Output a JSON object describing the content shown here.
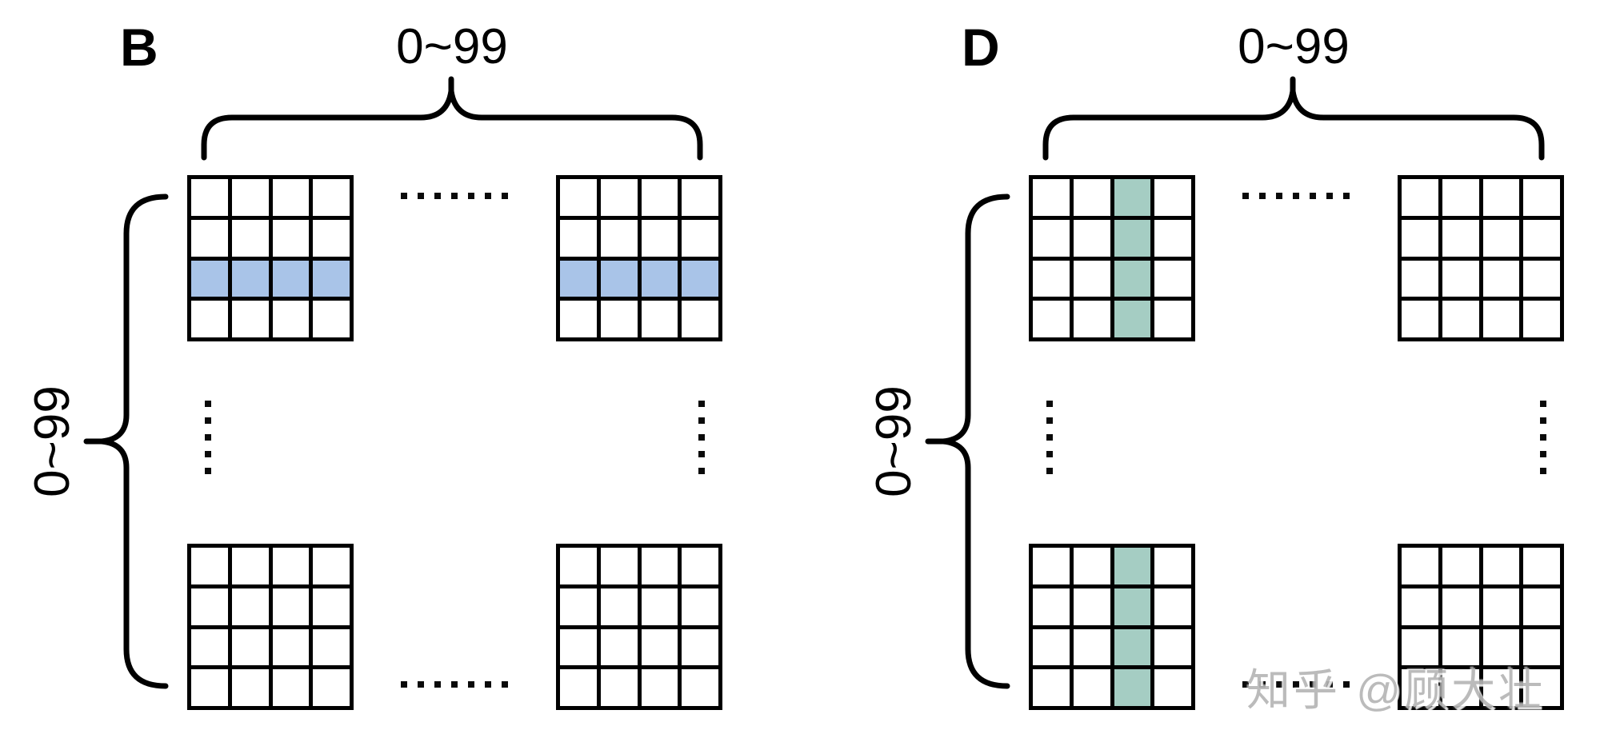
{
  "figure": {
    "background": "#ffffff",
    "colors": {
      "line": "#000000",
      "row_highlight": "#a9c4e8",
      "col_highlight": "#a5cdc3",
      "watermark": "#b6b6b6"
    },
    "dots": {
      "horizontal_count": 7,
      "vertical_count": 5
    },
    "panels": [
      {
        "label": "B",
        "top_range_label": "0~99",
        "side_range_label": "0~99",
        "highlight_color": "#a9c4e8",
        "grids": [
          {
            "pos": "top-left",
            "rows": 4,
            "cols": 4,
            "highlight": "row",
            "highlight_index": 3
          },
          {
            "pos": "top-right",
            "rows": 4,
            "cols": 4,
            "highlight": "row",
            "highlight_index": 3
          },
          {
            "pos": "bottom-left",
            "rows": 4,
            "cols": 4,
            "highlight": "none",
            "highlight_index": 0
          },
          {
            "pos": "bottom-right",
            "rows": 4,
            "cols": 4,
            "highlight": "none",
            "highlight_index": 0
          }
        ]
      },
      {
        "label": "D",
        "top_range_label": "0~99",
        "side_range_label": "0~99",
        "highlight_color": "#a5cdc3",
        "grids": [
          {
            "pos": "top-left",
            "rows": 4,
            "cols": 4,
            "highlight": "col",
            "highlight_index": 3
          },
          {
            "pos": "top-right",
            "rows": 4,
            "cols": 4,
            "highlight": "none",
            "highlight_index": 0
          },
          {
            "pos": "bottom-left",
            "rows": 4,
            "cols": 4,
            "highlight": "col",
            "highlight_index": 3
          },
          {
            "pos": "bottom-right",
            "rows": 4,
            "cols": 4,
            "highlight": "none",
            "highlight_index": 0
          }
        ]
      }
    ],
    "watermark": {
      "text": "知乎 @顾大壮",
      "color": "#b6b6b6"
    }
  }
}
